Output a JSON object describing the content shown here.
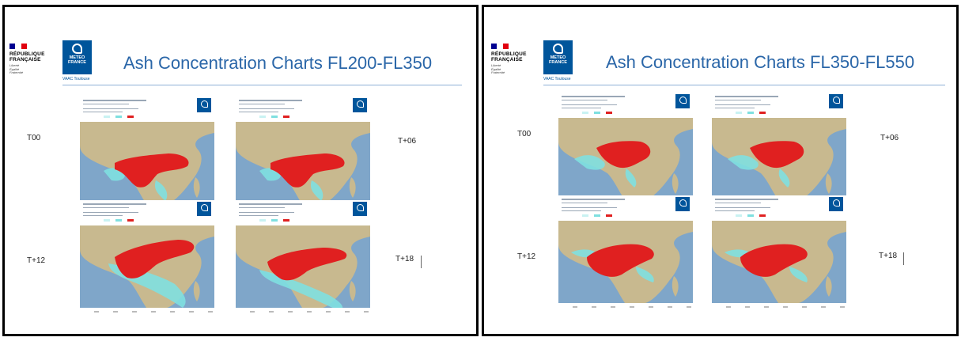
{
  "slides": [
    {
      "title": "Ash Concentration Charts FL200-FL350",
      "republic_line1": "RÉPUBLIQUE",
      "republic_line2": "FRANÇAISE",
      "republic_motto": [
        "Liberté",
        "Égalité",
        "Fraternité"
      ],
      "mf_line1": "METEO",
      "mf_line2": "FRANCE",
      "mf_sub": "VAAC Toulouse",
      "labels": {
        "t00": "T00",
        "t06": "T+06",
        "t12": "T+12",
        "t18": "T+18"
      }
    },
    {
      "title": "Ash Concentration Charts FL350-FL550",
      "republic_line1": "RÉPUBLIQUE",
      "republic_line2": "FRANÇAISE",
      "republic_motto": [
        "Liberté",
        "Égalité",
        "Fraternité"
      ],
      "mf_line1": "METEO",
      "mf_line2": "FRANCE",
      "mf_sub": "VAAC Toulouse",
      "labels": {
        "t00": "T00",
        "t06": "T+06",
        "t12": "T+12",
        "t18": "T+18"
      }
    }
  ],
  "colors": {
    "flag_blue": "#000091",
    "flag_white": "#ffffff",
    "flag_red": "#e1000f",
    "meteo_france_blue": "#00559b",
    "title_blue": "#2a66a8",
    "ocean": "#7fa6c9",
    "land": "#c8b98f",
    "ash_high": "#e02020",
    "ash_medium": "#7fe0e0",
    "ash_low": "#c9f2f2"
  },
  "icons": [
    "republique-francaise-logo",
    "meteo-france-logo",
    "ash-map-chart"
  ]
}
